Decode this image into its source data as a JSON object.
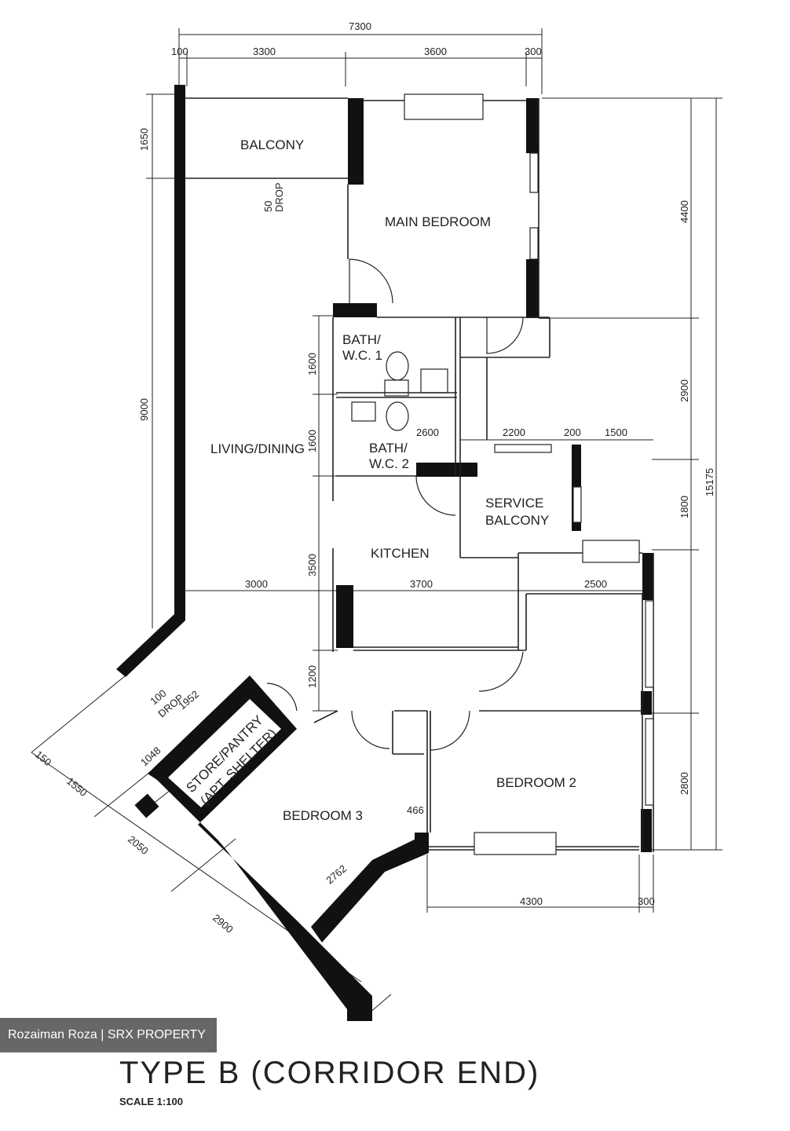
{
  "plan": {
    "title": "TYPE B (CORRIDOR END)",
    "scale": "SCALE 1:100",
    "watermark": "Rozaiman Roza | SRX PROPERTY"
  },
  "rooms": {
    "balcony": "BALCONY",
    "main_bedroom": "MAIN BEDROOM",
    "bath1_a": "BATH/",
    "bath1_b": "W.C. 1",
    "bath2_a": "BATH/",
    "bath2_b": "W.C. 2",
    "living": "LIVING/DINING",
    "kitchen": "KITCHEN",
    "service_a": "SERVICE",
    "service_b": "BALCONY",
    "store_a": "STORE/PANTRY",
    "store_b": "(APT. SHELTER)",
    "bedroom2": "BEDROOM 2",
    "bedroom3": "BEDROOM 3",
    "drop50_a": "50",
    "drop50_b": "DROP",
    "drop100_a": "100",
    "drop100_b": "DROP"
  },
  "dims": {
    "top_total": "7300",
    "top_100": "100",
    "top_3300": "3300",
    "top_3600": "3600",
    "top_300": "300",
    "left_1650": "1650",
    "left_9000": "9000",
    "right_4400": "4400",
    "right_2900": "2900",
    "right_15175": "15175",
    "right_1800": "1800",
    "right_2800": "2800",
    "mid_1600a": "1600",
    "mid_1600b": "1600",
    "mid_3500": "3500",
    "mid_1200": "1200",
    "h_2600": "2600",
    "h_2200": "2200",
    "h_200": "200",
    "h_1500": "1500",
    "h_3000": "3000",
    "h_3700": "3700",
    "h_2500": "2500",
    "d_1952": "1952",
    "d_1048": "1048",
    "d_150": "150",
    "d_1550": "1550",
    "d_2050": "2050",
    "d_2900": "2900",
    "d_2762": "2762",
    "d_466": "466",
    "bot_4300": "4300",
    "bot_300": "300"
  }
}
